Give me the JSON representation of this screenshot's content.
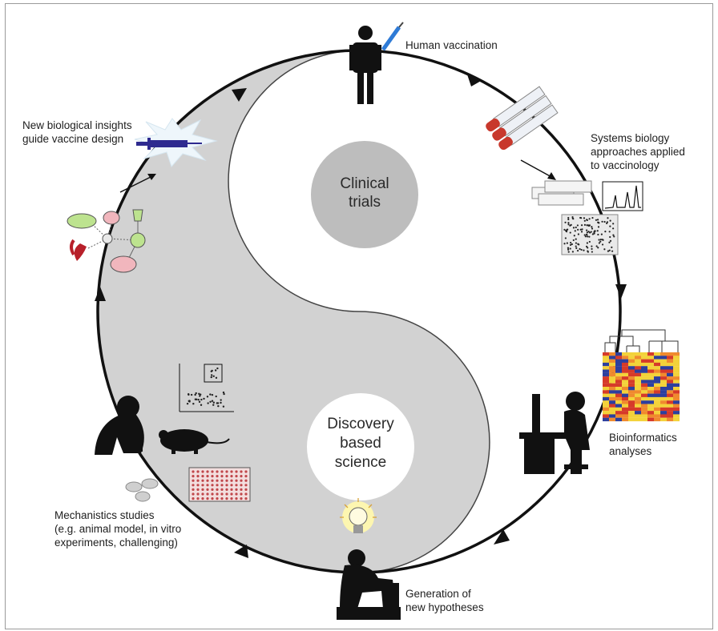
{
  "diagram": {
    "center_top": "Clinical\ntrials",
    "center_bottom": "Discovery\nbased\nscience",
    "steps": [
      {
        "id": "human-vaccination",
        "label": "Human vaccination"
      },
      {
        "id": "systems-biology",
        "label": "Systems biology\napproaches applied\nto vaccinology"
      },
      {
        "id": "bioinformatics",
        "label": "Bioinformatics\nanalyses"
      },
      {
        "id": "hypotheses",
        "label": "Generation of\nnew hypotheses"
      },
      {
        "id": "mechanistic",
        "label": "Mechanistics studies\n(e.g. animal model, in vitro\nexperiments, challenging)"
      },
      {
        "id": "insights",
        "label": "New biological insights\nguide vaccine design"
      }
    ],
    "icons": [
      "person-icon",
      "syringe-icon",
      "test-tubes-icon",
      "microarray-icon",
      "spectrum-icon",
      "heatmap-icon",
      "computer-user-icon",
      "lightbulb-icon",
      "thinker-icon",
      "petri-dish-icon",
      "well-plate-icon",
      "scatter-plot-icon",
      "monkey-icon",
      "mouse-icon",
      "molecule-network-icon",
      "vaccine-syringe-icon"
    ],
    "colors": {
      "gray_half": "#d2d2d2",
      "center_disc": "#bdbdbd",
      "cycle_line": "#111111",
      "syringe": "#2e2a8f",
      "heatmap_red": "#d63a2a",
      "heatmap_yellow": "#f3d23a",
      "heatmap_blue": "#2d3f9e"
    }
  }
}
